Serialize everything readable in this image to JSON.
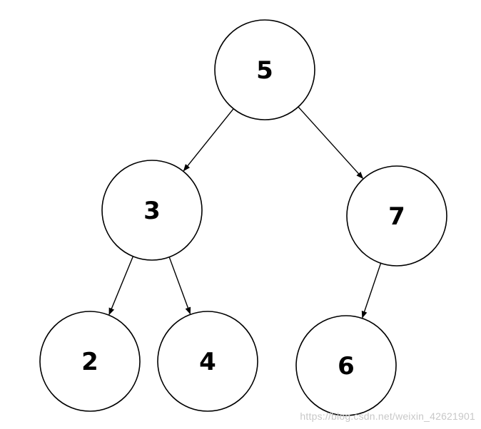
{
  "diagram": {
    "type": "binary-tree",
    "nodes": [
      {
        "id": "n5",
        "label": "5"
      },
      {
        "id": "n3",
        "label": "3"
      },
      {
        "id": "n7",
        "label": "7"
      },
      {
        "id": "n2",
        "label": "2"
      },
      {
        "id": "n4",
        "label": "4"
      },
      {
        "id": "n6",
        "label": "6"
      }
    ],
    "edges": [
      {
        "from": "n5",
        "to": "n3"
      },
      {
        "from": "n5",
        "to": "n7"
      },
      {
        "from": "n3",
        "to": "n2"
      },
      {
        "from": "n3",
        "to": "n4"
      },
      {
        "from": "n7",
        "to": "n6"
      }
    ],
    "colors": {
      "stroke": "#000000",
      "fill": "#ffffff",
      "watermark": "#c8c8c8"
    }
  },
  "watermark": {
    "text": "https://blog.csdn.net/weixin_42621901"
  }
}
